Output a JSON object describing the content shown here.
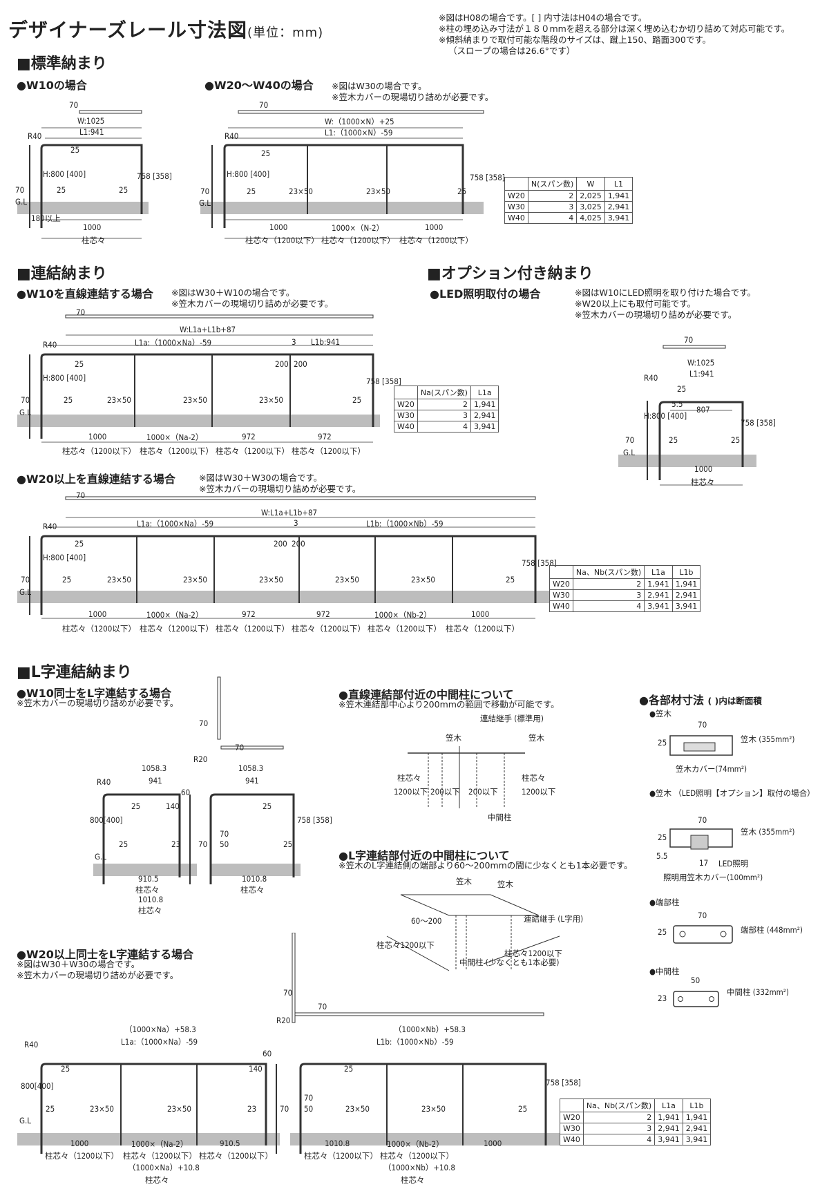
{
  "title": "デザイナーズレール寸法図",
  "unit": "(単位：mm)",
  "top_notes": [
    "※図はH08の場合です。[ ] 内寸法はH04の場合です。",
    "※柱の埋め込み寸法が１８０mmを超える部分は深く埋め込むか切り詰めて対応可能です。",
    "※傾斜納まりで取付可能な階段のサイズは、蹴上150、踏面300です。",
    "（スロープの場合は26.6°です）"
  ],
  "sections": {
    "standard": "■標準納まり",
    "linked": "■連結納まり",
    "option": "■オプション付き納まり",
    "l_shape": "■L字連結納まり"
  },
  "subs": {
    "w10": "●W10の場合",
    "w20_40": "●W20〜W40の場合",
    "w20_40_notes": [
      "※図はW30の場合です。",
      "※笠木カバーの現場切り詰めが必要です。"
    ],
    "w10_linear": "●W10を直線連結する場合",
    "w10_linear_notes": [
      "※図はW30＋W10の場合です。",
      "※笠木カバーの現場切り詰めが必要です。"
    ],
    "led": "●LED照明取付の場合",
    "led_notes": [
      "※図はW10にLED照明を取り付けた場合です。",
      "※W20以上にも取付可能です。",
      "※笠木カバーの現場切り詰めが必要です。"
    ],
    "w20_linear": "●W20以上を直線連結する場合",
    "w20_linear_notes": [
      "※図はW30＋W30の場合です。",
      "※笠木カバーの現場切り詰めが必要です。"
    ],
    "l_w10": "●W10同士をL字連結する場合",
    "l_w10_notes": [
      "※笠木カバーの現場切り詰めが必要です。"
    ],
    "mid_linear": "●直線連結部付近の中間柱について",
    "mid_linear_notes": [
      "※笠木連結部中心より200mmの範囲で移動が可能です。"
    ],
    "mid_l": "●L字連結部付近の中間柱について",
    "mid_l_notes": [
      "※笠木のL字連結側の端部より60〜200mmの間に少なくとも1本必要です。"
    ],
    "parts": "●各部材寸法",
    "parts_note": "( )内は断面積",
    "l_w20": "●W20以上同士をL字連結する場合",
    "l_w20_notes": [
      "※図はW30＋W30の場合です。",
      "※笠木カバーの現場切り詰めが必要です。"
    ]
  },
  "dims": {
    "d70": "70",
    "w1025": "W:1025",
    "l1_941": "L1:941",
    "r40": "R40",
    "d25": "25",
    "h800": "H:800 [400]",
    "h758": "758 [358]",
    "gl": "G.L",
    "d180": "180以上",
    "d1000": "1000",
    "pitch": "柱芯々",
    "pitch1200": "柱芯々（1200以下）",
    "w_n": "W:（1000×N）+25",
    "l1_n": "L1:（1000×N）-59",
    "d23x50": "23×50",
    "n2": "1000×（N-2）",
    "d180b": "180",
    "up": "以上",
    "w_link": "W:L1a+L1b+87",
    "l1a": "L1a:（1000×Na）-59",
    "l1b941": "L1b:941",
    "l1b": "L1b:（1000×Nb）-59",
    "d3": "3",
    "d200": "200",
    "na2": "1000×（Na-2）",
    "nb2": "1000×（Nb-2）",
    "d972": "972",
    "d55": "5.5",
    "d807": "807",
    "d1058": "1058.3",
    "d941": "941",
    "d60": "60",
    "d140": "140",
    "d50": "50",
    "d23": "23",
    "d9105": "910.5",
    "d1010": "1010.8",
    "d10108": "1010.8",
    "r20": "R20",
    "l800": "800[400]",
    "na583": "（1000×Na）+58.3",
    "nb583": "（1000×Nb）+58.3",
    "na108": "（1000×Na）+10.8",
    "nb108": "（1000×Nb）+10.8"
  },
  "table_w": {
    "headers": [
      "",
      "N(スパン数)",
      "W",
      "L1"
    ],
    "rows": [
      [
        "W20",
        "2",
        "2,025",
        "1,941"
      ],
      [
        "W30",
        "3",
        "3,025",
        "2,941"
      ],
      [
        "W40",
        "4",
        "4,025",
        "3,941"
      ]
    ]
  },
  "table_na": {
    "headers": [
      "",
      "Na(スパン数)",
      "L1a"
    ],
    "rows": [
      [
        "W20",
        "2",
        "1,941"
      ],
      [
        "W30",
        "3",
        "2,941"
      ],
      [
        "W40",
        "4",
        "3,941"
      ]
    ]
  },
  "table_nanb": {
    "headers": [
      "",
      "Na、Nb(スパン数)",
      "L1a",
      "L1b"
    ],
    "rows": [
      [
        "W20",
        "2",
        "1,941",
        "1,941"
      ],
      [
        "W30",
        "3",
        "2,941",
        "2,941"
      ],
      [
        "W40",
        "4",
        "3,941",
        "3,941"
      ]
    ]
  },
  "mid_labels": {
    "kasagi": "笠木",
    "joint_std": "連結継手\n(標準用)",
    "pitch": "柱芯々",
    "p1200": "1200以下",
    "p200": "200以下",
    "mid_post": "中間柱",
    "d60_200": "60〜200",
    "pitch1200": "柱芯々1200以下",
    "joint_l": "連結継手\n(L字用)",
    "mid_post_min": "中間柱\n(少なくとも1本必要)"
  },
  "parts": {
    "kasagi": "●笠木",
    "kasagi_area": "笠木\n(355mm²)",
    "cover": "笠木カバー(74mm²)",
    "kasagi_led": "●笠木\n（LED照明【オプション】取付の場合）",
    "led_cover": "照明用笠木カバー(100mm²)",
    "led": "LED照明",
    "d17": "17",
    "end_post": "●端部柱",
    "end_area": "端部柱\n(448mm²)",
    "mid_post": "●中間柱",
    "mid_area": "中間柱\n(332mm²)",
    "w70": "70",
    "h25": "25",
    "h55": "5.5",
    "w50": "50",
    "h23": "23"
  }
}
